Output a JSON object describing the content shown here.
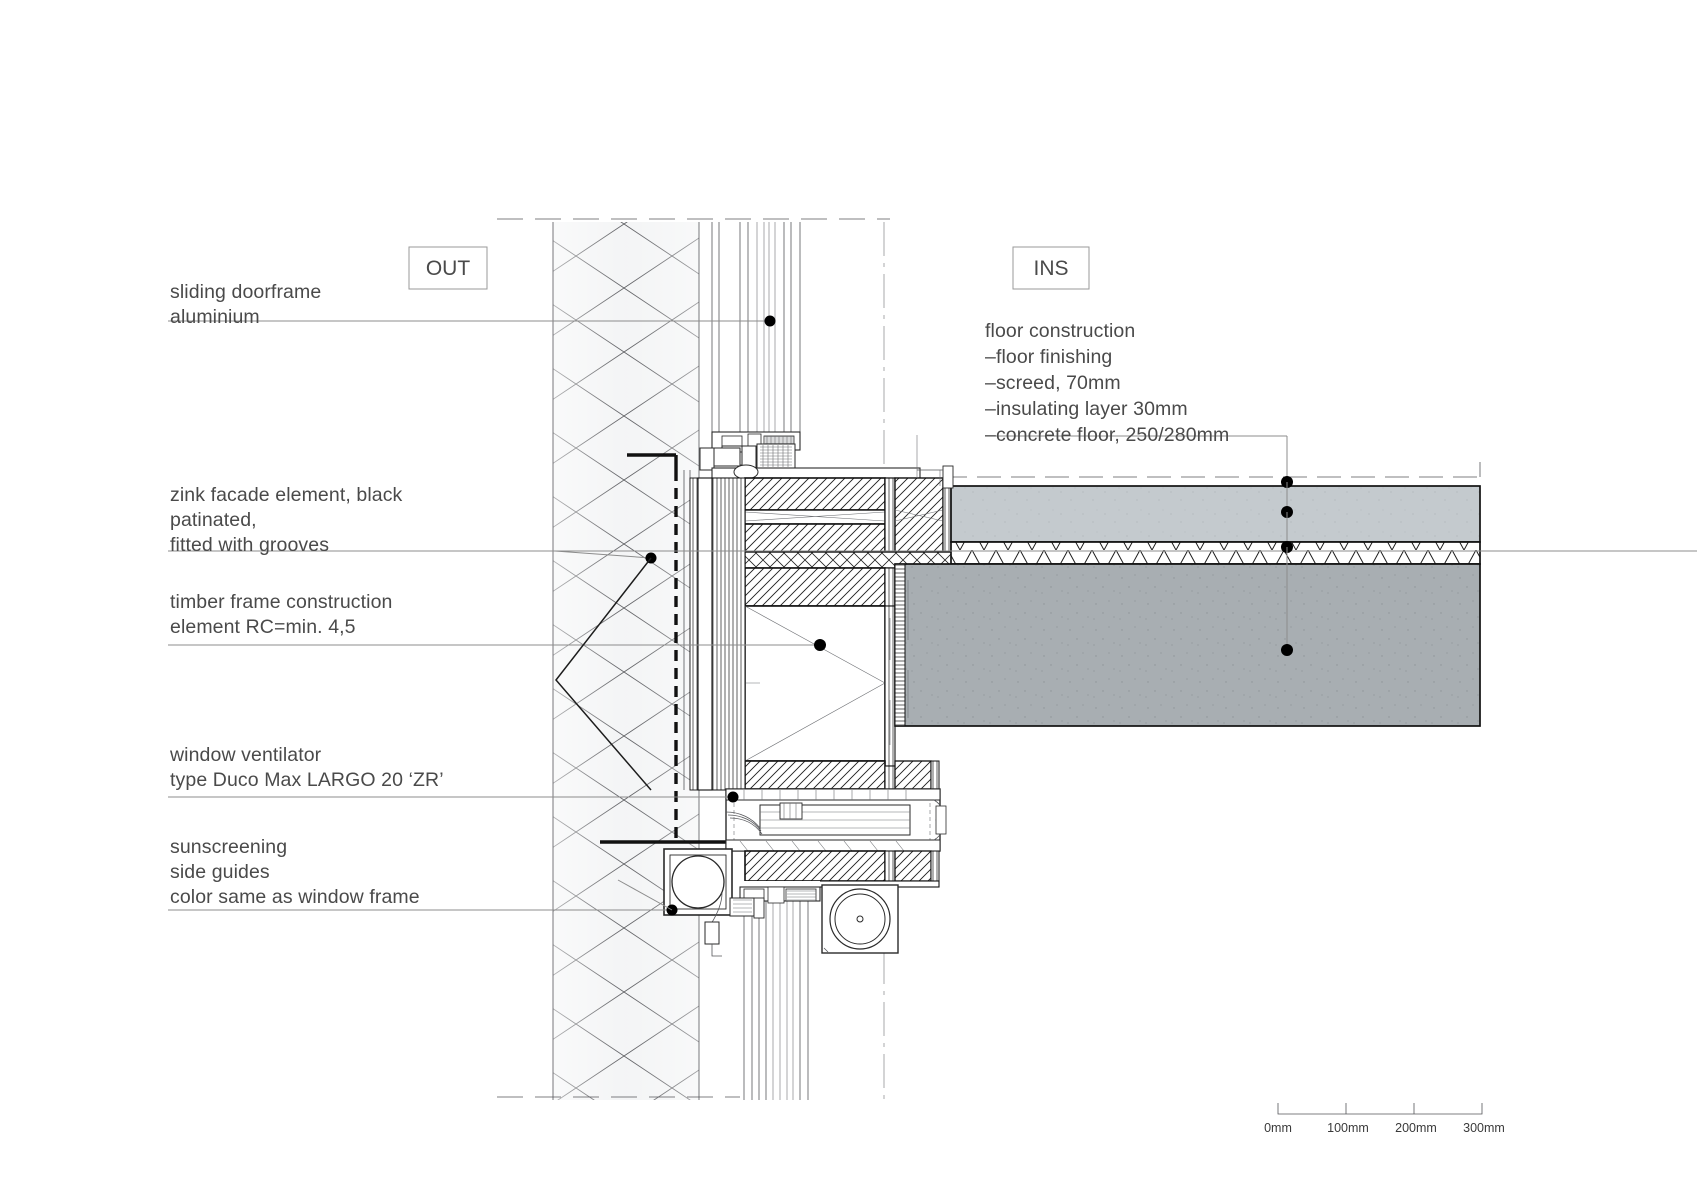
{
  "drawing": {
    "title": "architectural facade detail section",
    "zone_labels": [
      {
        "id": "out",
        "text": "OUT"
      },
      {
        "id": "ins",
        "text": "INS"
      }
    ],
    "left_annotations": [
      {
        "id": "sliding-doorframe",
        "lines": [
          "sliding doorframe",
          "aluminium"
        ]
      },
      {
        "id": "zink-facade",
        "lines": [
          "zink facade element, black",
          "patinated,",
          "fitted with grooves"
        ]
      },
      {
        "id": "timber-frame",
        "lines": [
          "timber frame construction",
          "element RC=min. 4,5"
        ]
      },
      {
        "id": "window-ventilator",
        "lines": [
          "window ventilator",
          "type Duco Max LARGO 20 ‘ZR’"
        ]
      },
      {
        "id": "sunscreening",
        "lines": [
          "sunscreening",
          "side guides",
          "color same as window frame"
        ]
      }
    ],
    "right_annotations": [
      {
        "id": "floor-construction",
        "lines": [
          "floor construction",
          "–floor finishing",
          "–screed, 70mm",
          "–insulating layer 30mm",
          "–concrete floor, 250/280mm"
        ]
      }
    ],
    "scale_bar": {
      "ticks": [
        "0mm",
        "100mm",
        "200mm",
        "300mm"
      ]
    },
    "colors": {
      "concrete_fill": "#a8aeb2",
      "screed_fill": "#c2c8cb",
      "masonry_fill": "#f2f3f4",
      "line": "#1d1d1d",
      "text": "#4a4a4a",
      "leader": "#8c8c8c"
    }
  }
}
